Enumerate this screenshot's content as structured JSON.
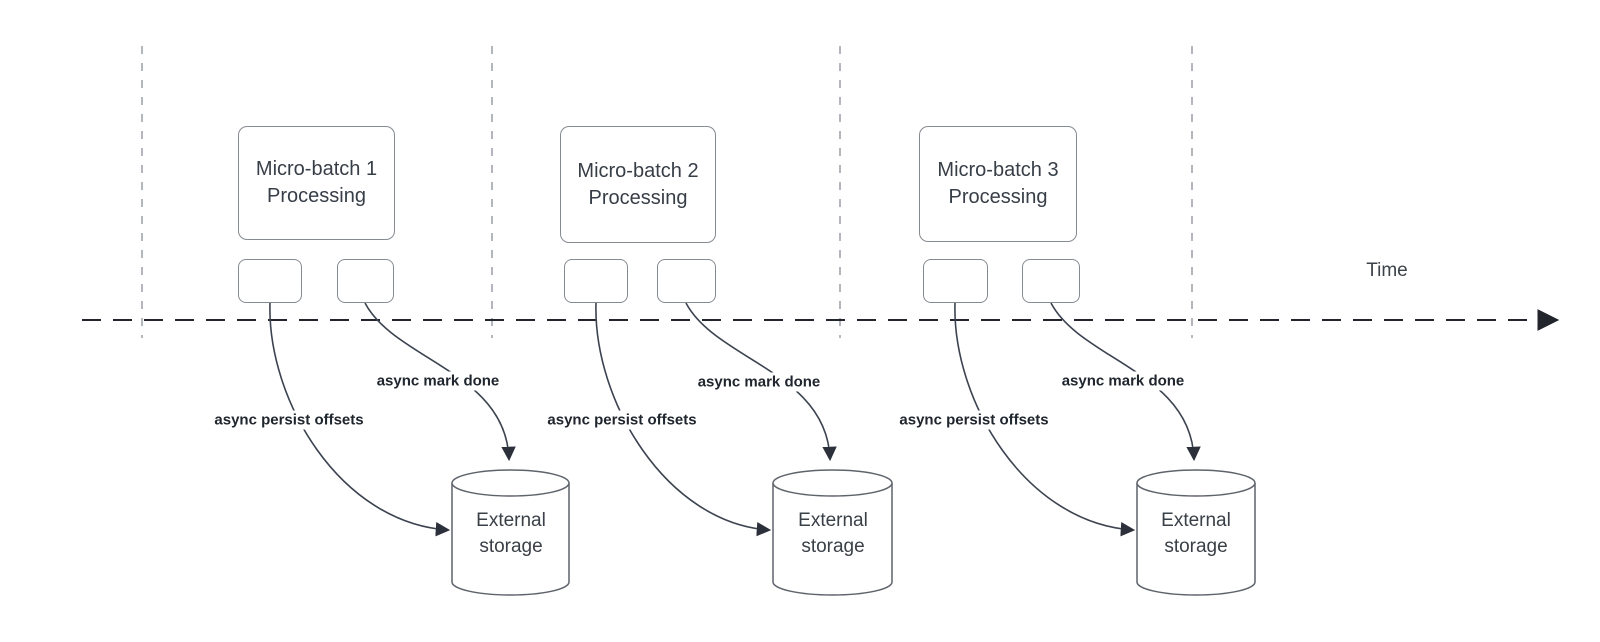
{
  "time_axis": {
    "label": "Time"
  },
  "batches": [
    {
      "title": "Micro-batch 1 Processing",
      "persist_label": "async persist offsets",
      "mark_done_label": "async mark done",
      "storage_label": "External storage"
    },
    {
      "title": "Micro-batch 2 Processing",
      "persist_label": "async persist offsets",
      "mark_done_label": "async mark done",
      "storage_label": "External storage"
    },
    {
      "title": "Micro-batch 3 Processing",
      "persist_label": "async persist offsets",
      "mark_done_label": "async mark done",
      "storage_label": "External storage"
    }
  ],
  "colors": {
    "background": "#ffffff",
    "box_border": "#868b91",
    "cylinder_border": "#5f646c",
    "connector": "#3c4350",
    "arrowhead": "#2b303a",
    "time_axis_line": "#22252b",
    "guide_line": "#9a9ea6",
    "title_text": "#373e47",
    "label_text": "#20262e"
  }
}
